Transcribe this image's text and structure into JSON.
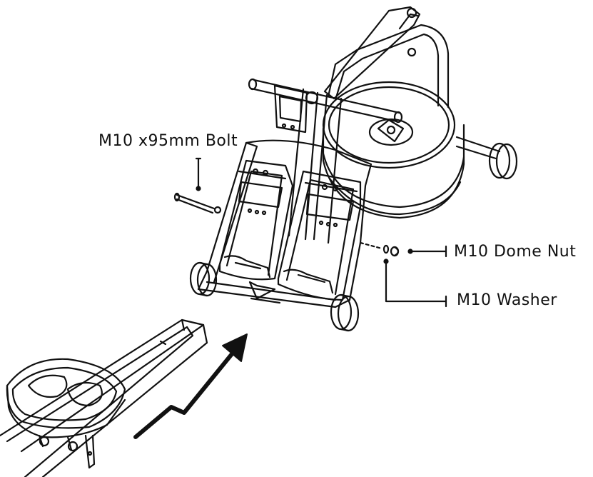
{
  "labels": {
    "bolt": "M10 x95mm Bolt",
    "dome_nut": "M10 Dome Nut",
    "washer": "M10 Washer"
  },
  "colors": {
    "line": "#111111",
    "background": "#ffffff"
  }
}
